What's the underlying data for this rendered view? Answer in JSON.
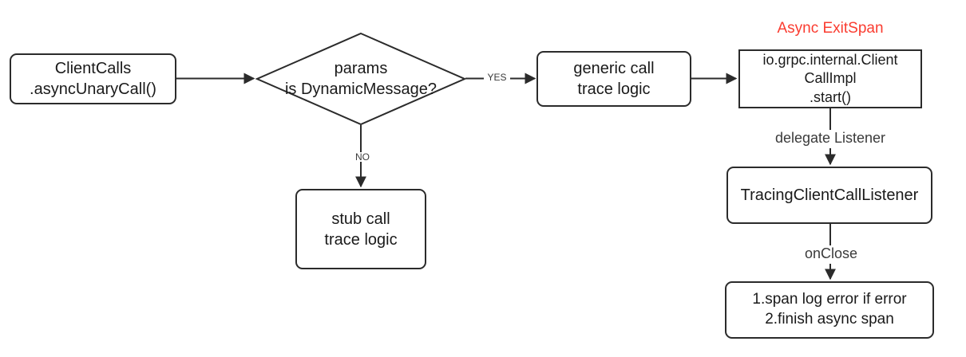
{
  "diagram": {
    "title_note": "Async ExitSpan",
    "nodes": {
      "client_calls": "ClientCalls\n.asyncUnaryCall()",
      "decision": "params\nis DynamicMessage?",
      "stub_call": "stub call\ntrace logic",
      "generic_call": "generic call\ntrace logic",
      "client_call_impl": "io.grpc.internal.Client\nCallImpl\n.start()",
      "tracing_listener": "TracingClientCallListener",
      "final_actions": "1.span log error if error\n2.finish async span"
    },
    "edge_labels": {
      "yes": "YES",
      "no": "NO",
      "delegate_listener": "delegate Listener",
      "on_close": "onClose"
    },
    "colors": {
      "stroke": "#2b2b2b",
      "text": "#1a1a1a",
      "label_text": "#3a3a3a",
      "accent": "#fa3c30",
      "background": "#ffffff"
    }
  }
}
